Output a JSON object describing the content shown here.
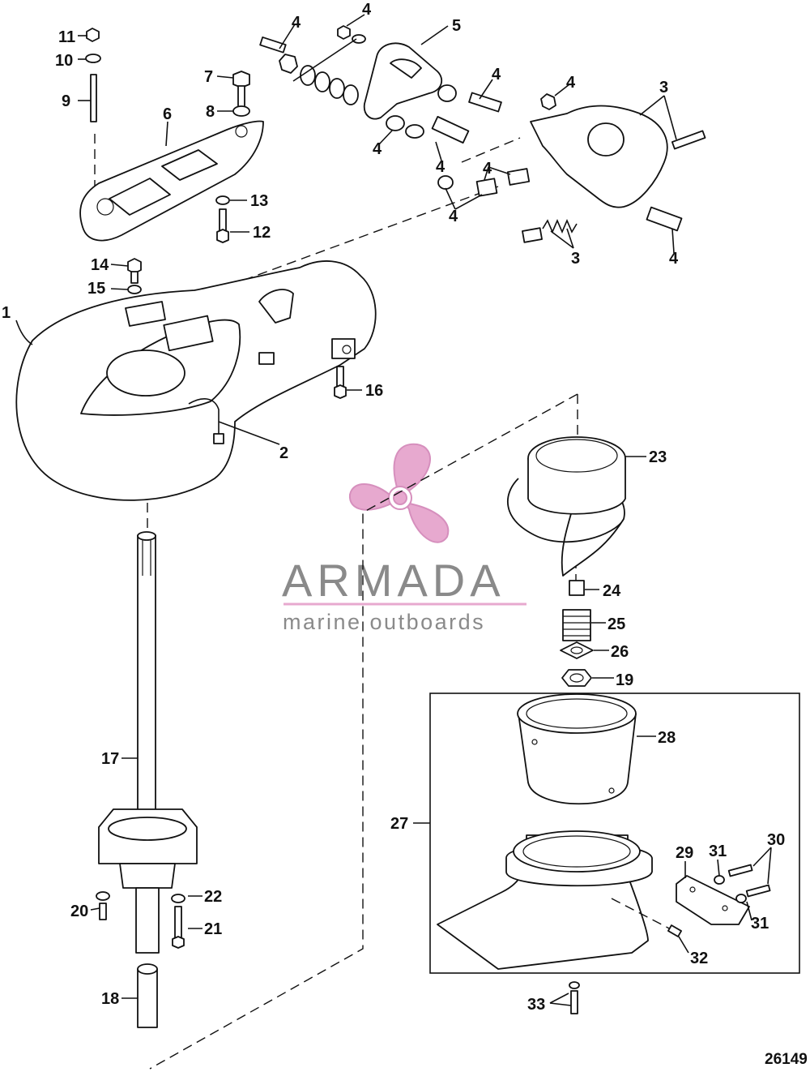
{
  "figure_number": "26149",
  "watermark": {
    "brand": "ARMADA",
    "tagline": "marine outboards",
    "accent_color": "#e7a9cf",
    "text_color": "#8a8a8a"
  },
  "callouts": {
    "c1": "1",
    "c2": "2",
    "c3a": "3",
    "c3b": "3",
    "c4a": "4",
    "c4b": "4",
    "c4c": "4",
    "c4d": "4",
    "c4e": "4",
    "c4f": "4",
    "c4g": "4",
    "c4h": "4",
    "c4i": "4",
    "c5": "5",
    "c6": "6",
    "c7": "7",
    "c8": "8",
    "c9": "9",
    "c10": "10",
    "c11": "11",
    "c12": "12",
    "c13": "13",
    "c14": "14",
    "c15": "15",
    "c16": "16",
    "c17": "17",
    "c18": "18",
    "c19": "19",
    "c20": "20",
    "c21": "21",
    "c22": "22",
    "c23": "23",
    "c24": "24",
    "c25": "25",
    "c26": "26",
    "c27": "27",
    "c28": "28",
    "c29": "29",
    "c30": "30",
    "c31a": "31",
    "c31b": "31",
    "c32": "32",
    "c33": "33"
  }
}
